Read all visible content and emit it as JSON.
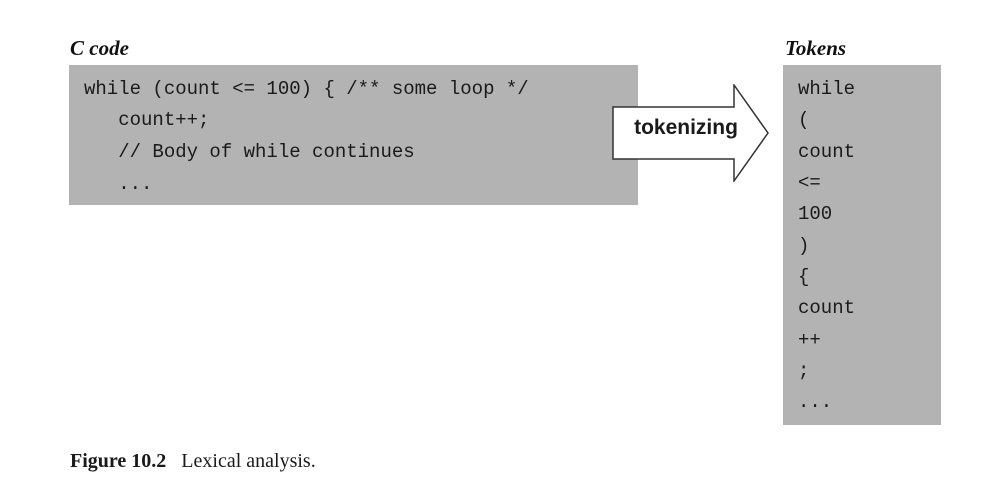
{
  "left_heading": "C code",
  "right_heading": "Tokens",
  "code_lines": [
    "while (count <= 100) { /** some loop */",
    "   count++;",
    "   // Body of while continues",
    "   ..."
  ],
  "arrow_label": "tokenizing",
  "tokens": [
    "while",
    "(",
    "count",
    "<=",
    "100",
    ")",
    "{",
    "count",
    "++",
    ";",
    "..."
  ],
  "caption": {
    "number": "Figure 10.2",
    "text": "Lexical analysis."
  },
  "colors": {
    "box_fill": "#b3b3b3",
    "arrow_fill": "#ffffff",
    "arrow_stroke": "#333333"
  }
}
